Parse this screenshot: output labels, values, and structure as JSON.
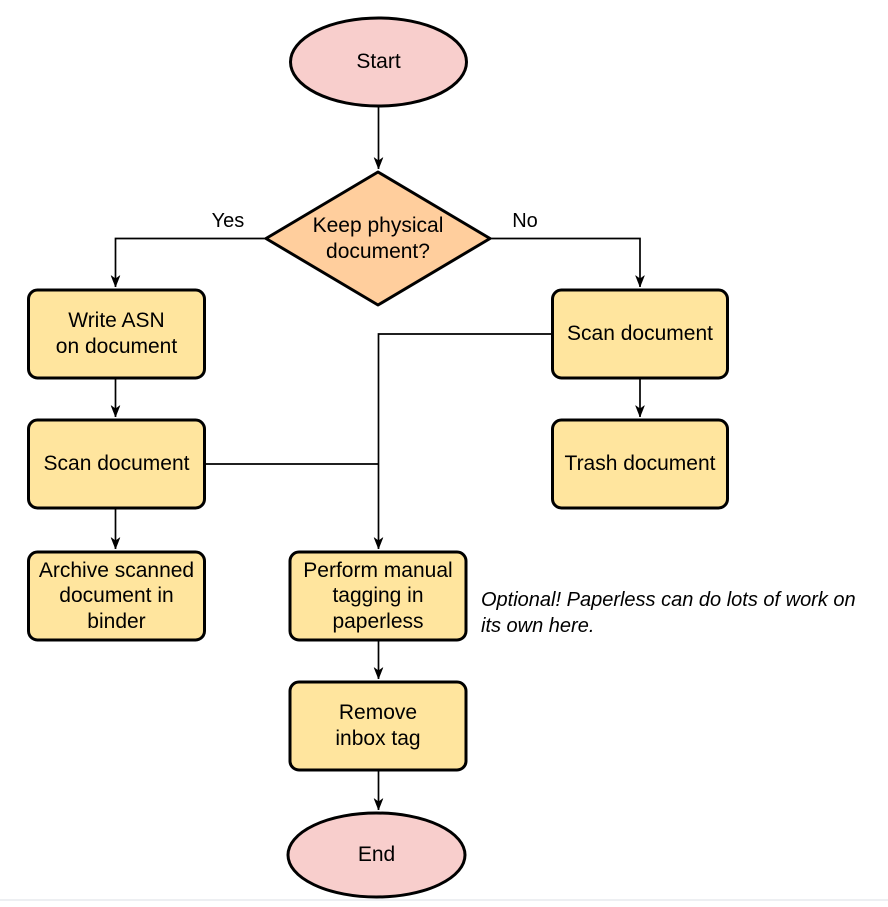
{
  "diagram": {
    "nodes": {
      "start": {
        "label": "Start",
        "type": "terminator"
      },
      "decision": {
        "label": "Keep physical\ndocument?",
        "type": "decision"
      },
      "write_asn": {
        "label": "Write ASN\non document",
        "type": "process"
      },
      "scan_left": {
        "label": "Scan document",
        "type": "process"
      },
      "archive": {
        "label": "Archive scanned\ndocument in\nbinder",
        "type": "process"
      },
      "scan_right": {
        "label": "Scan document",
        "type": "process"
      },
      "trash": {
        "label": "Trash document",
        "type": "process"
      },
      "tagging": {
        "label": "Perform manual\ntagging in\npaperless",
        "type": "process"
      },
      "remove_inbox": {
        "label": "Remove\ninbox tag",
        "type": "process"
      },
      "end": {
        "label": "End",
        "type": "terminator"
      }
    },
    "edge_labels": {
      "yes": "Yes",
      "no": "No"
    },
    "note": "Optional! Paperless can do lots of work on\nits own here.",
    "colors": {
      "terminator_fill": "#f8cecc",
      "decision_fill": "#ffce9d",
      "process_fill": "#ffe59e",
      "stroke": "#000000"
    }
  }
}
